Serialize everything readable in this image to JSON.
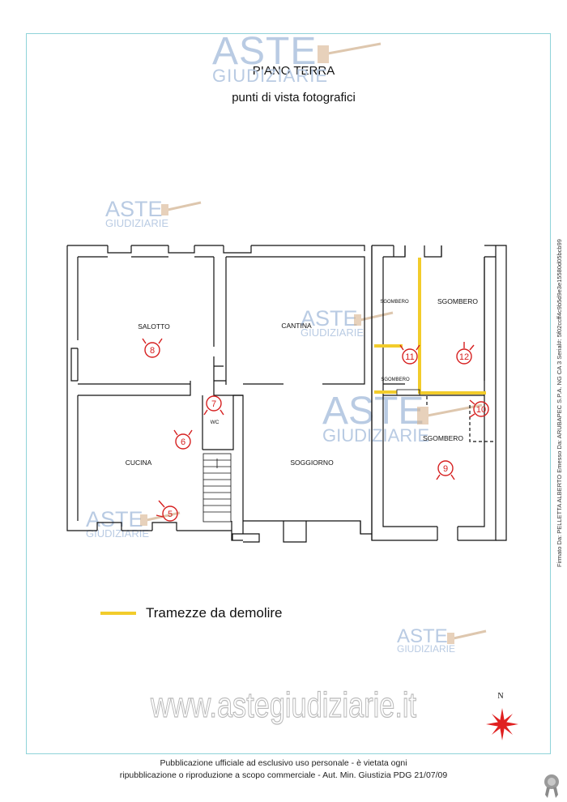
{
  "header": {
    "title": "PIANO TERRA",
    "subtitle": "punti di vista fotografici"
  },
  "rooms": {
    "salotto": "SALOTTO",
    "cantina": "CANTINA",
    "sgombero_small_top": "SGOMBERO",
    "sgombero_top": "SGOMBERO",
    "sgombero_small_mid": "SGOMBERO",
    "sgombero_bottom": "SGOMBERO",
    "cucina": "CUCINA",
    "soggiorno": "SOGGIORNO",
    "wc": "WC"
  },
  "photo_points": [
    "5",
    "6",
    "7",
    "8",
    "9",
    "10",
    "11",
    "12"
  ],
  "legend": {
    "label": "Tramezze da demolire",
    "color": "#f2cc2b"
  },
  "compass": {
    "label": "N"
  },
  "watermark": {
    "brand_line1": "ASTE",
    "brand_line2": "GIUDIZIARIE",
    "website": "www.astegiudiziarie.it"
  },
  "footer": {
    "line1": "Pubblicazione ufficiale ad esclusivo uso personale - è vietata ogni",
    "line2": "ripubblicazione o riproduzione a scopo commerciale - Aut. Min. Giustizia PDG 21/07/09"
  },
  "side_note": "Firmato Da: PELLETTA ALBERTO Emesso Da: ARUBAPEC S.P.A. NG CA 3 Serial#: 5f02ccff4c9b5d9e3e15580d05bcb99",
  "colors": {
    "frame": "#8fd3d9",
    "walls": "#111111",
    "marker": "#d62020",
    "watermark": "#b9cbe3"
  }
}
